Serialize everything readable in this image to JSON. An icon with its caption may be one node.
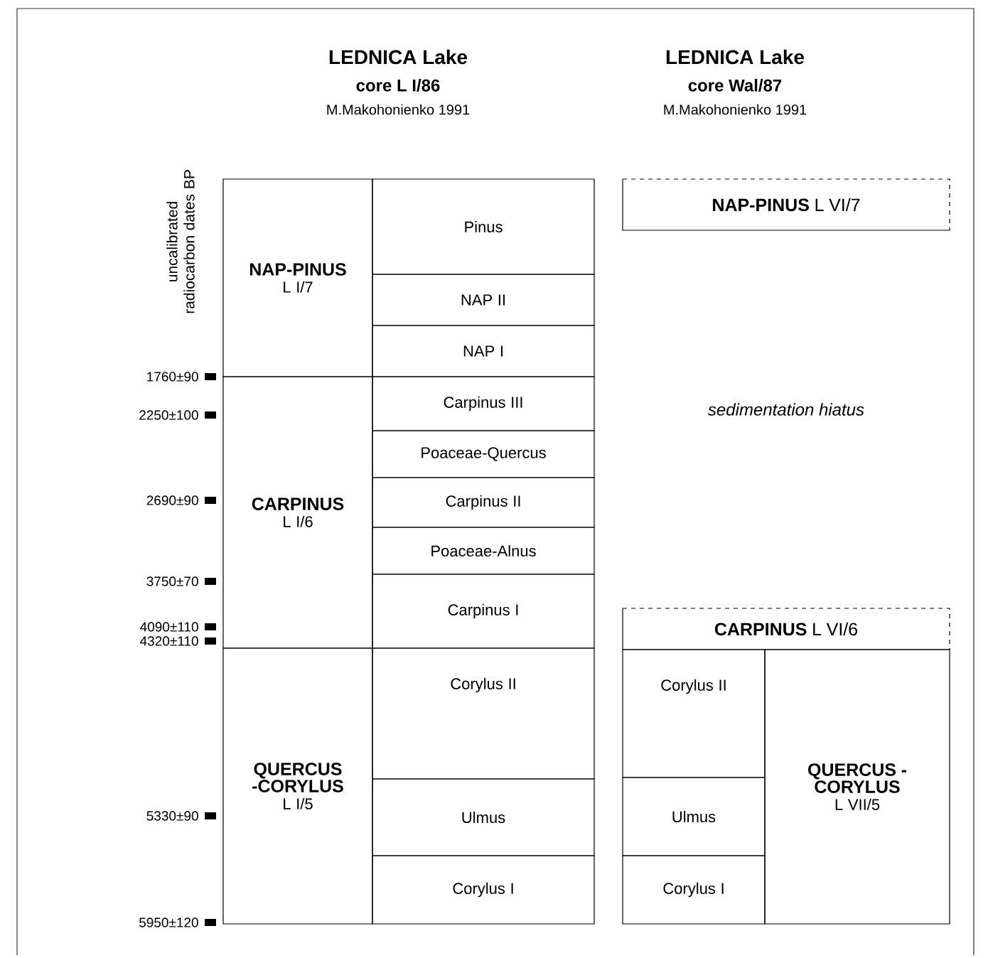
{
  "diagram": {
    "nodes": [
      {
        "text": [
          "NAP-PINUS",
          "L I/7"
        ]
      },
      {
        "text": [
          "Pinus"
        ]
      },
      {
        "text": [
          "NAP II"
        ]
      },
      {
        "text": [
          "NAP I"
        ]
      },
      {
        "text": [
          "CARPINUS",
          "L I/6"
        ]
      },
      {
        "text": [
          "Carpinus III"
        ]
      },
      {
        "text": [
          "Poaceae-Quercus"
        ]
      },
      {
        "text": [
          "Carpinus II"
        ]
      },
      {
        "text": [
          "Poaceae-Alnus"
        ]
      },
      {
        "text": [
          "Carpinus I"
        ]
      },
      {
        "text": [
          "QUERCUS -CORYLUS",
          "L I/5"
        ]
      },
      {
        "text": [
          "Corylus II"
        ]
      },
      {
        "text": [
          "Ulmus"
        ]
      },
      {
        "text": [
          "Corylus I"
        ]
      },
      {
        "text": [
          "**NAP-PINUS** L VI/7"
        ]
      },
      {
        "text": [
          "**CARPINUS** L VI/6"
        ]
      },
      {
        "text": [
          "Corylus II"
        ]
      },
      {
        "text": [
          "Ulmus"
        ]
      },
      {
        "text": [
          "Corylus I"
        ]
      },
      {
        "text": [
          "QUERCUS -CORYLUS",
          "L VII/5"
        ]
      }
    ],
    "labels": [
      "LEDNICA Lake",
      "core L I/86",
      "M.Makohonienko 1991",
      "LEDNICA Lake",
      "core Wal/87",
      "M.Makohonienko 1991",
      "uncalibrated radiocarbon dates BP",
      "1760±90",
      "2250±100",
      "sedimentation hiatus",
      "2690±90",
      "3750±70",
      "4090±110",
      "4320±110",
      "5330±90",
      "5950±120"
    ]
  }
}
